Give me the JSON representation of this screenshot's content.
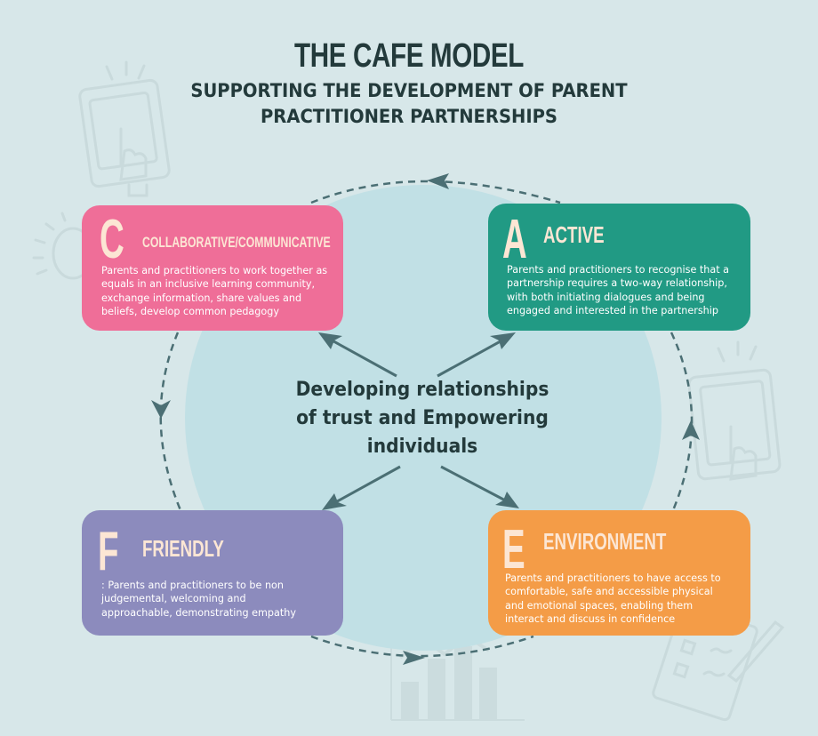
{
  "header": {
    "title": "THE CAFE MODEL",
    "subtitle_line1": "SUPPORTING THE DEVELOPMENT OF PARENT",
    "subtitle_line2": "PRACTITIONER PARTNERSHIPS"
  },
  "center": {
    "line1": "Developing relationships",
    "line2": "of trust and Empowering",
    "line3": "individuals"
  },
  "cards": {
    "c": {
      "letter": "C",
      "heading": "COLLABORATIVE/COMMUNICATIVE",
      "lines": [
        "Parents and practitioners to work together as",
        "equals in an inclusive learning community,",
        "exchange information, share values and",
        "beliefs, develop common pedagogy"
      ],
      "color": "#ef6e98"
    },
    "a": {
      "letter": "A",
      "heading": "ACTIVE",
      "lines": [
        "Parents and practitioners to recognise that a",
        "partnership requires a two-way relationship,",
        "with both initiating dialogues and being",
        "engaged and interested in the partnership"
      ],
      "color": "#219a84"
    },
    "f": {
      "letter": "F",
      "heading": "FRIENDLY",
      "lines": [
        ": Parents and practitioners to be non",
        "judgemental, welcoming and",
        "approachable, demonstrating empathy"
      ],
      "color": "#8c8bbd"
    },
    "e": {
      "letter": "E",
      "heading": "ENVIRONMENT",
      "lines": [
        "Parents and practitioners to have access to",
        "comfortable, safe and accessible physical",
        "and emotional spaces, enabling them",
        "interact and discuss in confidence"
      ],
      "color": "#f49c47"
    }
  },
  "colors": {
    "background": "#d7e7e9",
    "center_circle": "#c1e0e5",
    "arrow": "#4b6f74",
    "text_dark": "#233a3b",
    "card_heading": "#fce6d4"
  },
  "decorations": [
    "tablet-hand-icon",
    "lightbulb-icon",
    "bar-chart-icon",
    "checklist-pencil-icon"
  ]
}
